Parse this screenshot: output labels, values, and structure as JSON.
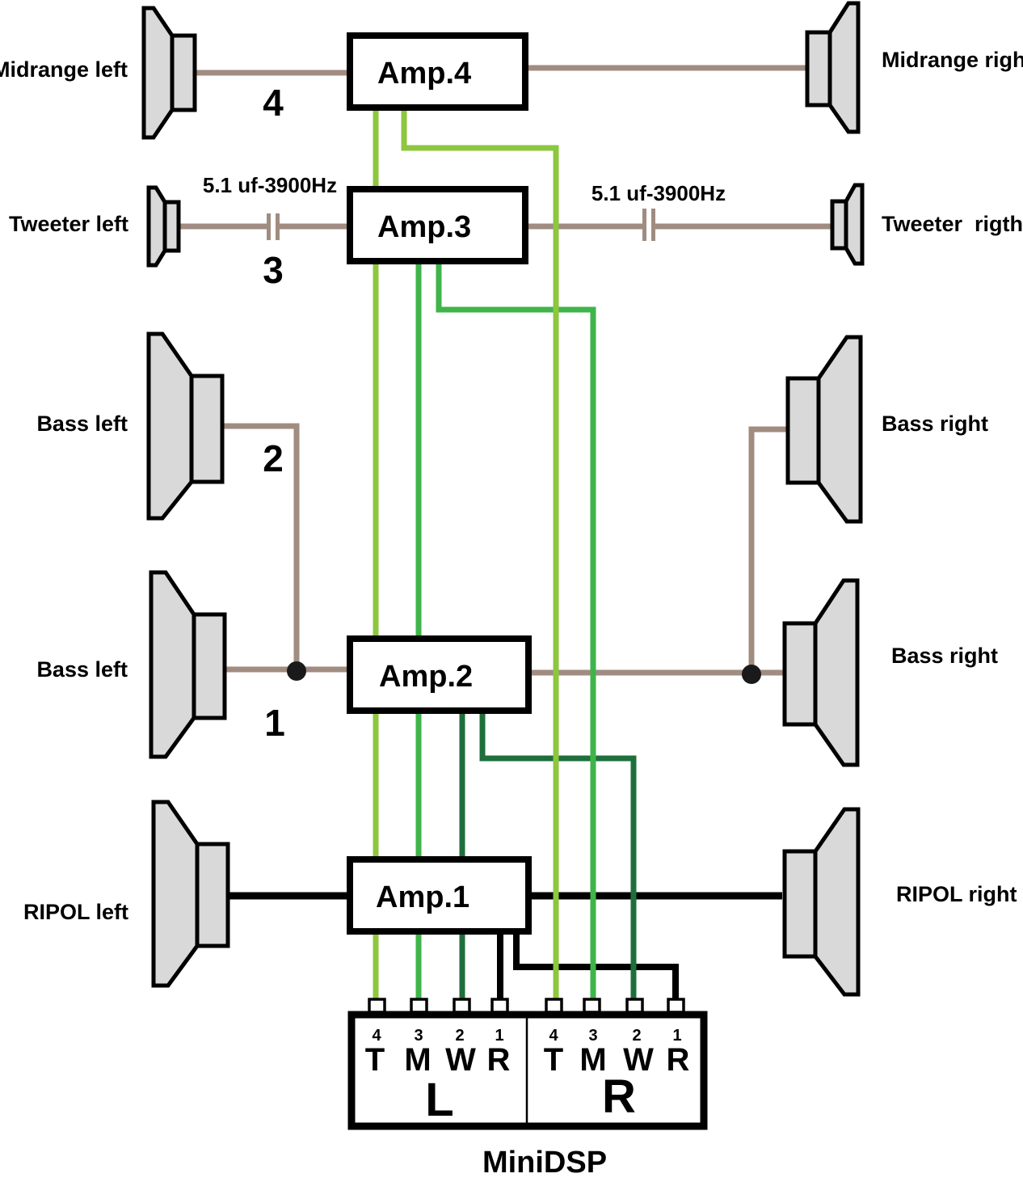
{
  "speakers": {
    "midrange_left": "Midrange left",
    "midrange_right": "Midrange right",
    "tweeter_left": "Tweeter left",
    "tweeter_right": "Tweeter  rigth",
    "bass_left_upper": "Bass left",
    "bass_left_lower": "Bass left",
    "bass_right_upper": "Bass right",
    "bass_right_lower": "Bass right",
    "ripol_left": "RIPOL left",
    "ripol_right": "RIPOL right"
  },
  "amps": {
    "amp4": "Amp.4",
    "amp3": "Amp.3",
    "amp2": "Amp.2",
    "amp1": "Amp.1"
  },
  "channel_numbers": {
    "midrange": "4",
    "tweeter": "3",
    "bass_upper": "2",
    "bass_lower": "1"
  },
  "capacitors": {
    "left": "5.1 uf-3900Hz",
    "right": "5.1 uf-3900Hz"
  },
  "minidsp": {
    "title": "MiniDSP",
    "left_side": "L",
    "right_side": "R",
    "left_ports": [
      {
        "num": "4",
        "letter": "T"
      },
      {
        "num": "3",
        "letter": "M"
      },
      {
        "num": "2",
        "letter": "W"
      },
      {
        "num": "1",
        "letter": "R"
      }
    ],
    "right_ports": [
      {
        "num": "4",
        "letter": "T"
      },
      {
        "num": "3",
        "letter": "M"
      },
      {
        "num": "2",
        "letter": "W"
      },
      {
        "num": "1",
        "letter": "R"
      }
    ]
  },
  "colors": {
    "speaker_wire": "#a08c80",
    "tweeter_signal": "#8dc63f",
    "midrange_signal": "#3fb44a",
    "woofer_signal": "#1e6f3b",
    "ripol_signal": "#000000",
    "speaker_fill": "#d9d9d9"
  }
}
